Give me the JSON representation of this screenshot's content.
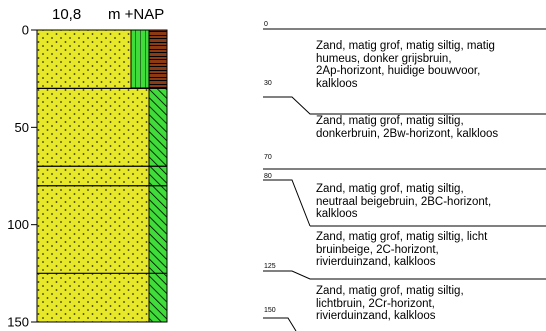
{
  "header": {
    "elevation": "10,8",
    "unit": "m +NAP"
  },
  "axis": {
    "ticks": [
      {
        "label": "0",
        "depth": 0
      },
      {
        "label": "50",
        "depth": 50
      },
      {
        "label": "100",
        "depth": 100
      },
      {
        "label": "150",
        "depth": 150
      }
    ],
    "max_depth": 150
  },
  "column": {
    "layer_breaks": [
      30,
      70,
      80,
      125
    ],
    "texture_zones": [
      {
        "from": 0,
        "to": 30,
        "fill": "hatch-green",
        "extra": "brown-brick",
        "label": "humeus"
      },
      {
        "from": 30,
        "to": 150,
        "fill": "hatch-green-diagonal",
        "label": "kalkloos"
      }
    ],
    "colors": {
      "sand": "#e8e82a",
      "dots": "#333300",
      "green": "#3fdc3a",
      "brown": "#8b3a14"
    }
  },
  "depths": [
    "0",
    "30",
    "70",
    "80",
    "125",
    "150"
  ],
  "layers": [
    {
      "lines": [
        "Zand, matig grof, matig siltig, matig",
        "humeus, donker grijsbruin,",
        "2Ap-horizont, huidige bouwvoor,",
        "kalkloos"
      ]
    },
    {
      "lines": [
        "Zand, matig grof, matig siltig,",
        "donkerbruin, 2Bw-horizont, kalkloos"
      ]
    },
    {
      "lines": [
        "Zand, matig grof, matig siltig,",
        "neutraal beigebruin, 2BC-horizont,",
        "kalkloos"
      ]
    },
    {
      "lines": [
        "Zand, matig grof, matig siltig, licht",
        "bruinbeige, 2C-horizont,",
        "rivierduinzand, kalkloos"
      ]
    },
    {
      "lines": [
        "Zand, matig grof, matig siltig,",
        "lichtbruin, 2Cr-horizont,",
        "rivierduinzand, kalkloos"
      ]
    }
  ]
}
